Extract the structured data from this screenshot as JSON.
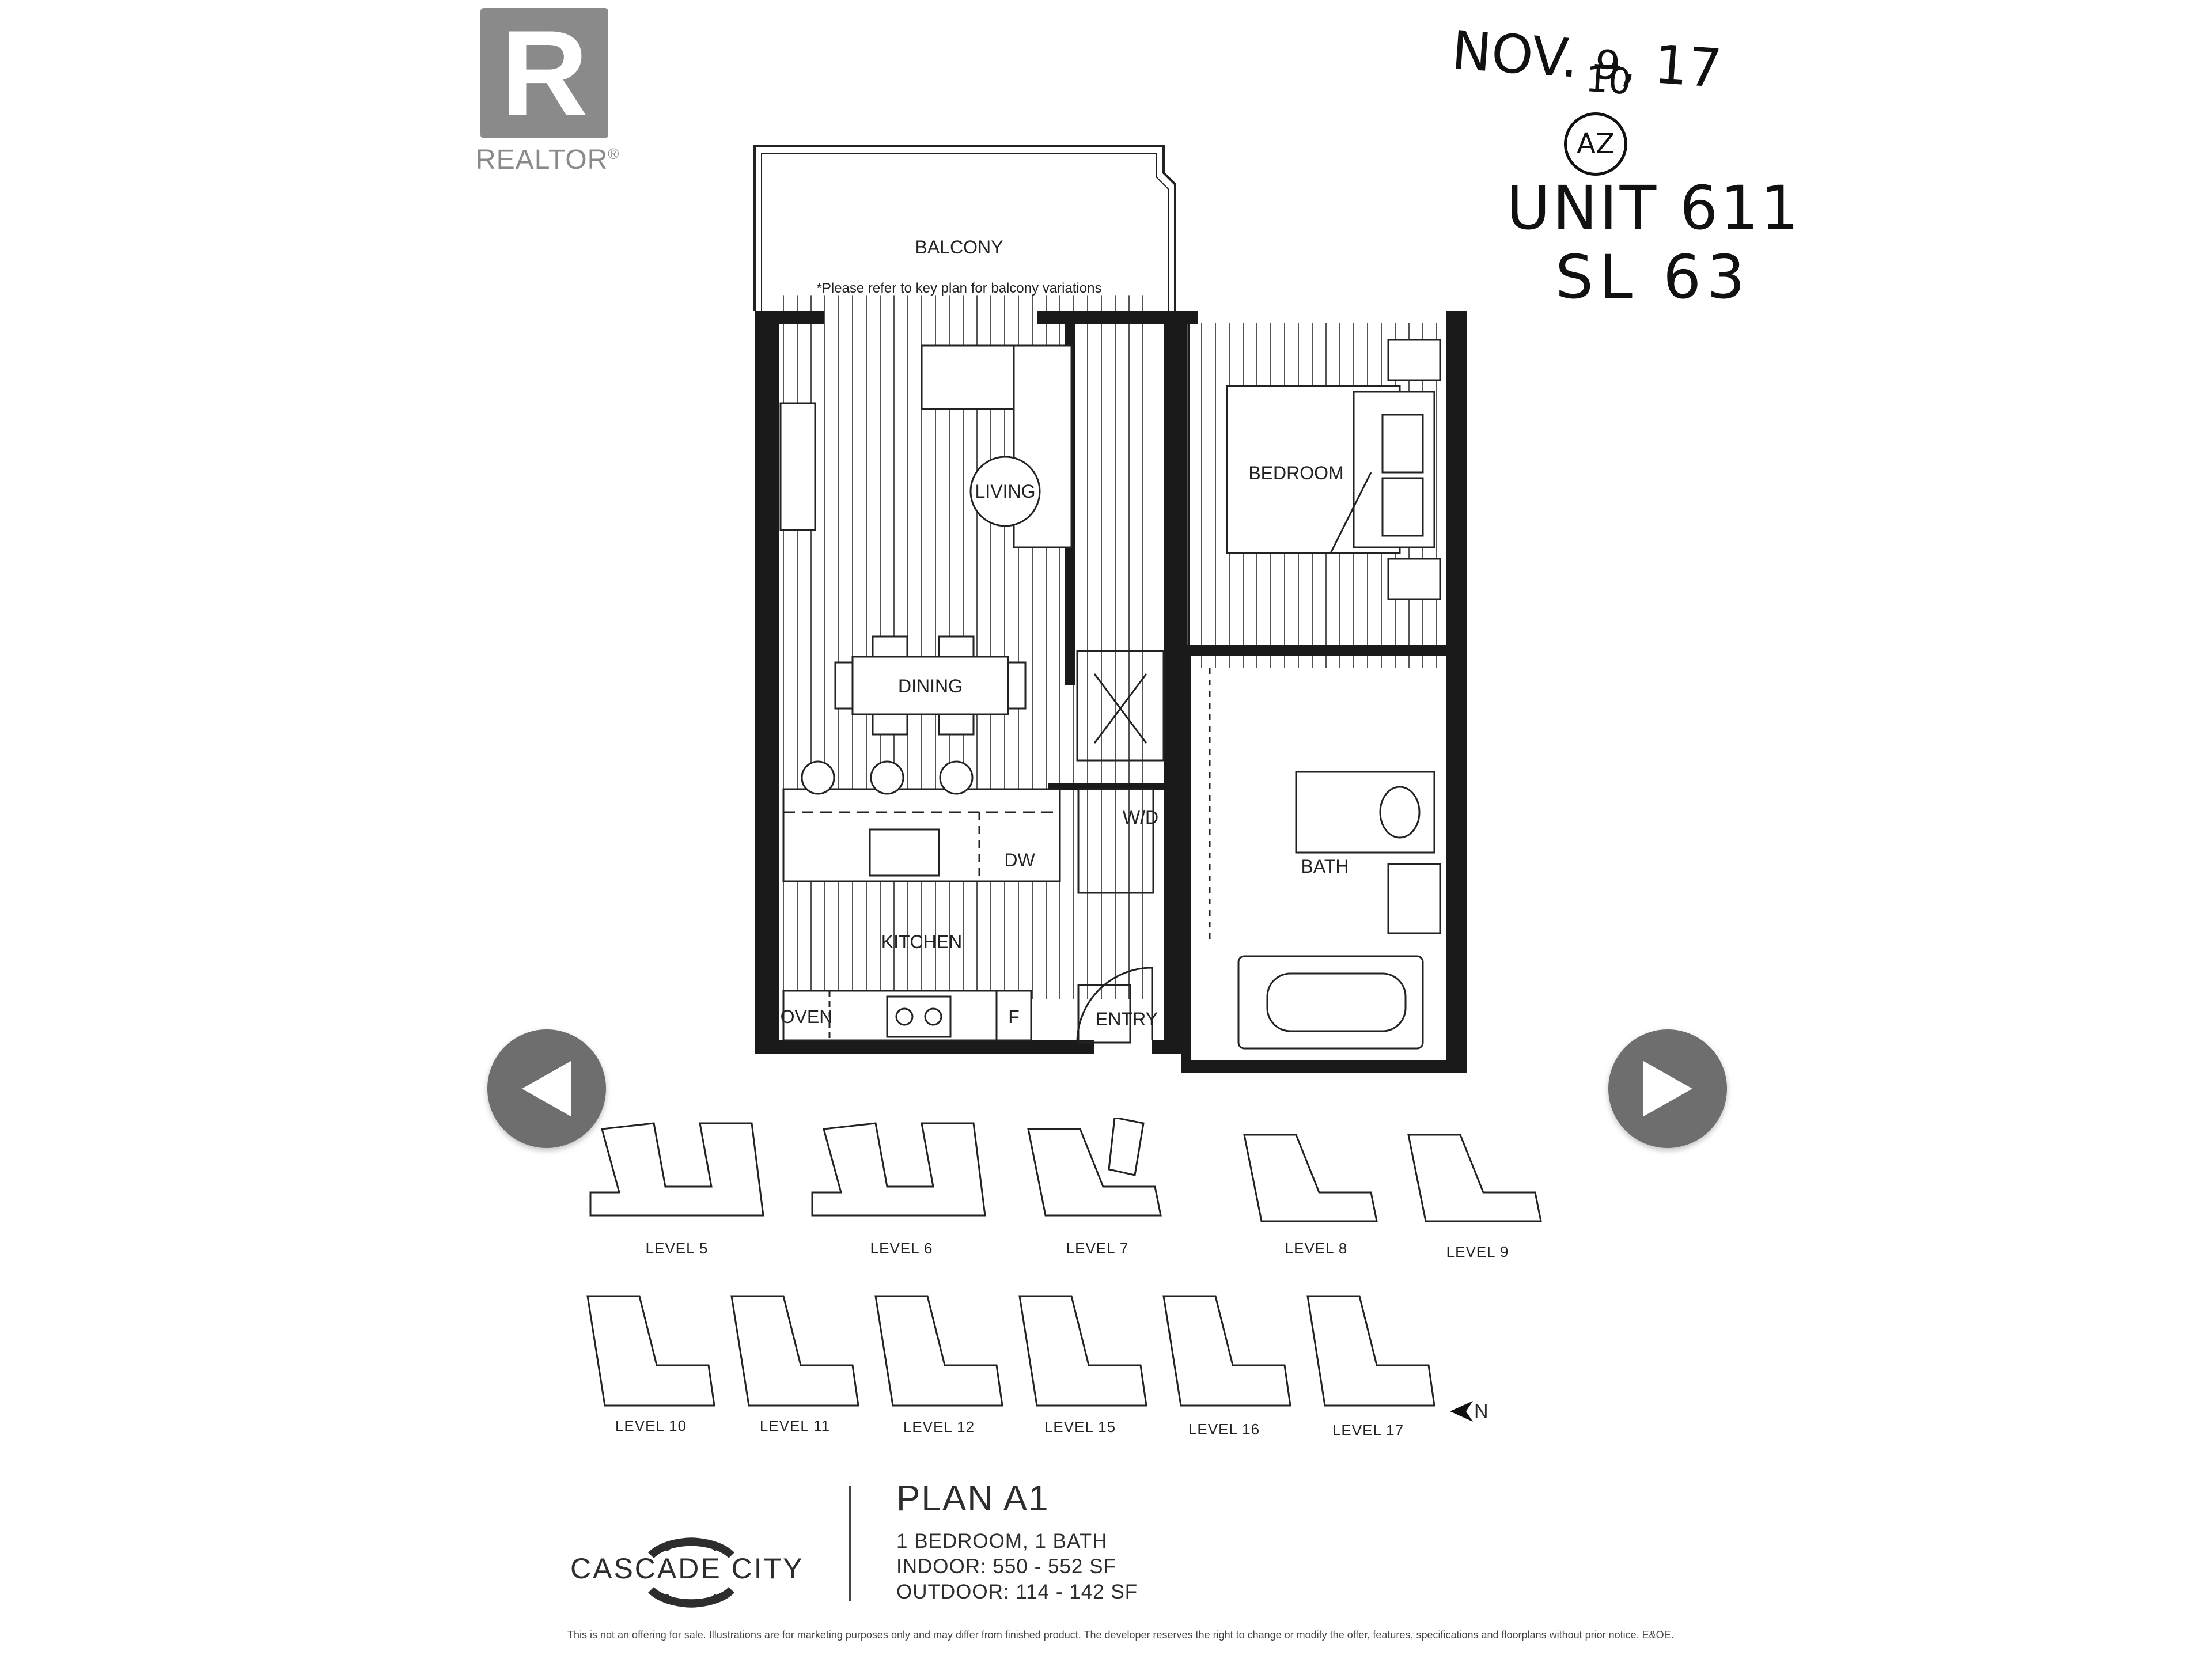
{
  "realtor": {
    "wordmark": "REALTOR",
    "mark": "®",
    "letter": "R"
  },
  "handwritten": {
    "date_prefix": "NOV.",
    "date_struck": "9",
    "date_corrected": "10",
    "date_suffix": ", 17",
    "initials": "AZ",
    "unit": "UNIT 611",
    "sl": "SL 63"
  },
  "rooms": {
    "balcony": "BALCONY",
    "balcony_note": "*Please refer to key plan for balcony variations",
    "living": "LIVING",
    "bedroom": "BEDROOM",
    "dining": "DINING",
    "dw": "DW",
    "kitchen": "KITCHEN",
    "wd": "W/D",
    "bath": "BATH",
    "oven": "OVEN",
    "fridge": "F",
    "entry": "ENTRY"
  },
  "key_plan": {
    "row1": [
      "LEVEL 5",
      "LEVEL 6",
      "LEVEL 7",
      "LEVEL 8",
      "LEVEL 9"
    ],
    "row2": [
      "LEVEL 10",
      "LEVEL 11",
      "LEVEL 12",
      "LEVEL 15",
      "LEVEL 16",
      "LEVEL 17"
    ],
    "north": "N"
  },
  "info": {
    "brand": "CASCADE CITY",
    "plan": "PLAN A1",
    "beds_baths": "1 BEDROOM, 1 BATH",
    "indoor": "INDOOR: 550 - 552 SF",
    "outdoor": "OUTDOOR: 114 - 142 SF",
    "disclaimer": "This is not an offering for sale. Illustrations are for marketing purposes only and may differ from finished product. The developer reserves the right to change or modify the offer, features, specifications and floorplans without prior notice. E&OE."
  },
  "nav": {
    "prev_icon": "play-left-icon",
    "next_icon": "play-right-icon"
  },
  "colors": {
    "nav_button": "#6e6e6e",
    "logo_gray": "#8a8a8a",
    "line": "#1a1a1a"
  }
}
